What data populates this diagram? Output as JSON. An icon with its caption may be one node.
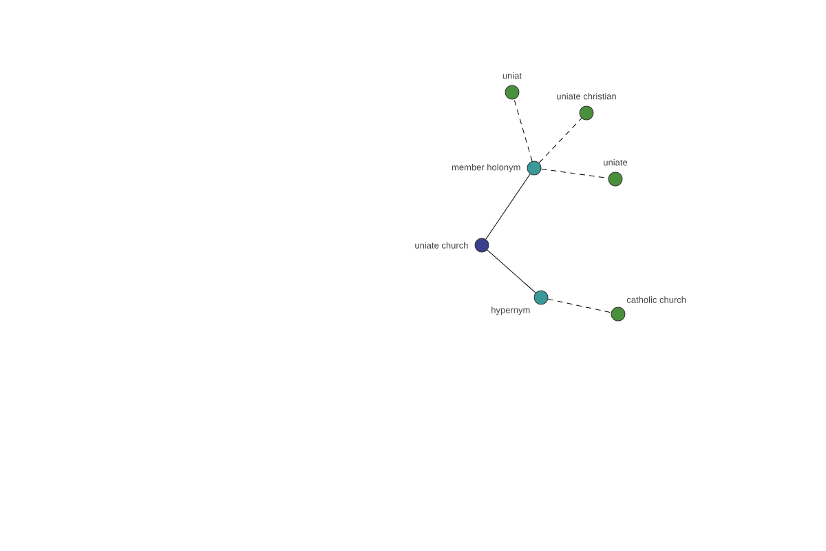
{
  "diagram": {
    "nodes": [
      {
        "text": [
          "uniat"
        ]
      },
      {
        "text": [
          "uniate christian"
        ]
      },
      {
        "text": [
          "member holonym"
        ]
      },
      {
        "text": [
          "uniate"
        ]
      },
      {
        "text": [
          "uniate church"
        ]
      },
      {
        "text": [
          "hypernym"
        ]
      },
      {
        "text": [
          "catholic church"
        ]
      }
    ],
    "edges": [
      {
        "from": 4,
        "to": 2,
        "arrow": "none"
      },
      {
        "from": 4,
        "to": 5,
        "arrow": "none"
      },
      {
        "from": 2,
        "to": 0,
        "arrow": "none",
        "style": "dashed"
      },
      {
        "from": 2,
        "to": 1,
        "arrow": "none",
        "style": "dashed"
      },
      {
        "from": 2,
        "to": 3,
        "arrow": "none",
        "style": "dashed"
      },
      {
        "from": 5,
        "to": 6,
        "arrow": "none",
        "style": "dashed"
      }
    ]
  }
}
